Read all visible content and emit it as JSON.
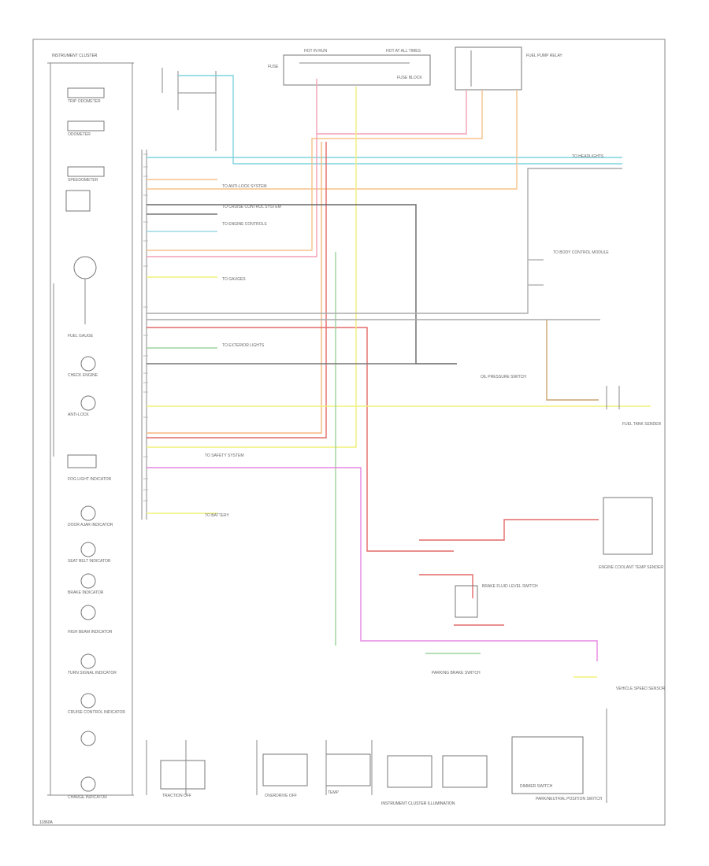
{
  "diagram": {
    "main_title": "INSTRUMENT CLUSTER",
    "bottom_title": "INSTRUMENT CLUSTER ILLUMINATION",
    "footer_id": "11860A",
    "left_labels": [
      "TRIP ODOMETER",
      "ODOMETER",
      "SPEEDOMETER",
      "FUEL GAUGE",
      "CHECK ENGINE",
      "ANTI-LOCK",
      "FOG LIGHT INDICATOR",
      "DOOR AJAR INDICATOR",
      "SEAT BELT INDICATOR",
      "BRAKE INDICATOR",
      "HIGH BEAM INDICATOR",
      "TURN SIGNAL INDICATOR",
      "CRUISE CONTROL INDICATOR",
      "CHARGE INDICATOR"
    ],
    "bottom_labels": [
      "TRACTION OFF",
      "OVERDRIVE OFF",
      "TEMP",
      "DIMMER SWITCH"
    ],
    "top_labels": [
      "HOT IN RUN",
      "HOT AT ALL TIMES",
      "FUSE",
      "FUSE BLOCK",
      "FUEL PUMP RELAY"
    ],
    "right_labels": [
      "TO HEADLIGHTS",
      "TO BODY CONTROL MODULE",
      "FUEL TANK SENDER",
      "OIL PRESSURE SWITCH",
      "ENGINE COOLANT TEMP SENDER",
      "BRAKE FLUID LEVEL SWITCH",
      "PARKING BRAKE SWITCH",
      "VEHICLE SPEED SENSOR",
      "PARK/NEUTRAL POSITION SWITCH"
    ],
    "mid_labels": [
      "TO ANTI-LOCK SYSTEM",
      "TO CRUISE CONTROL SYSTEM",
      "TO ENGINE CONTROLS",
      "TO GAUGES",
      "TO EXTERIOR LIGHTS",
      "TO SAFETY SYSTEM",
      "TO BATTERY"
    ],
    "colors": {
      "light_blue": "#7fd3df",
      "orange": "#f6c28a",
      "dark_gray": "#666666",
      "pink": "#f3a0b5",
      "red": "#e36a6a",
      "yellow": "#f1f07a",
      "green": "#9bd39b",
      "magenta": "#e587e0",
      "light_gray": "#aaaaaa"
    }
  }
}
